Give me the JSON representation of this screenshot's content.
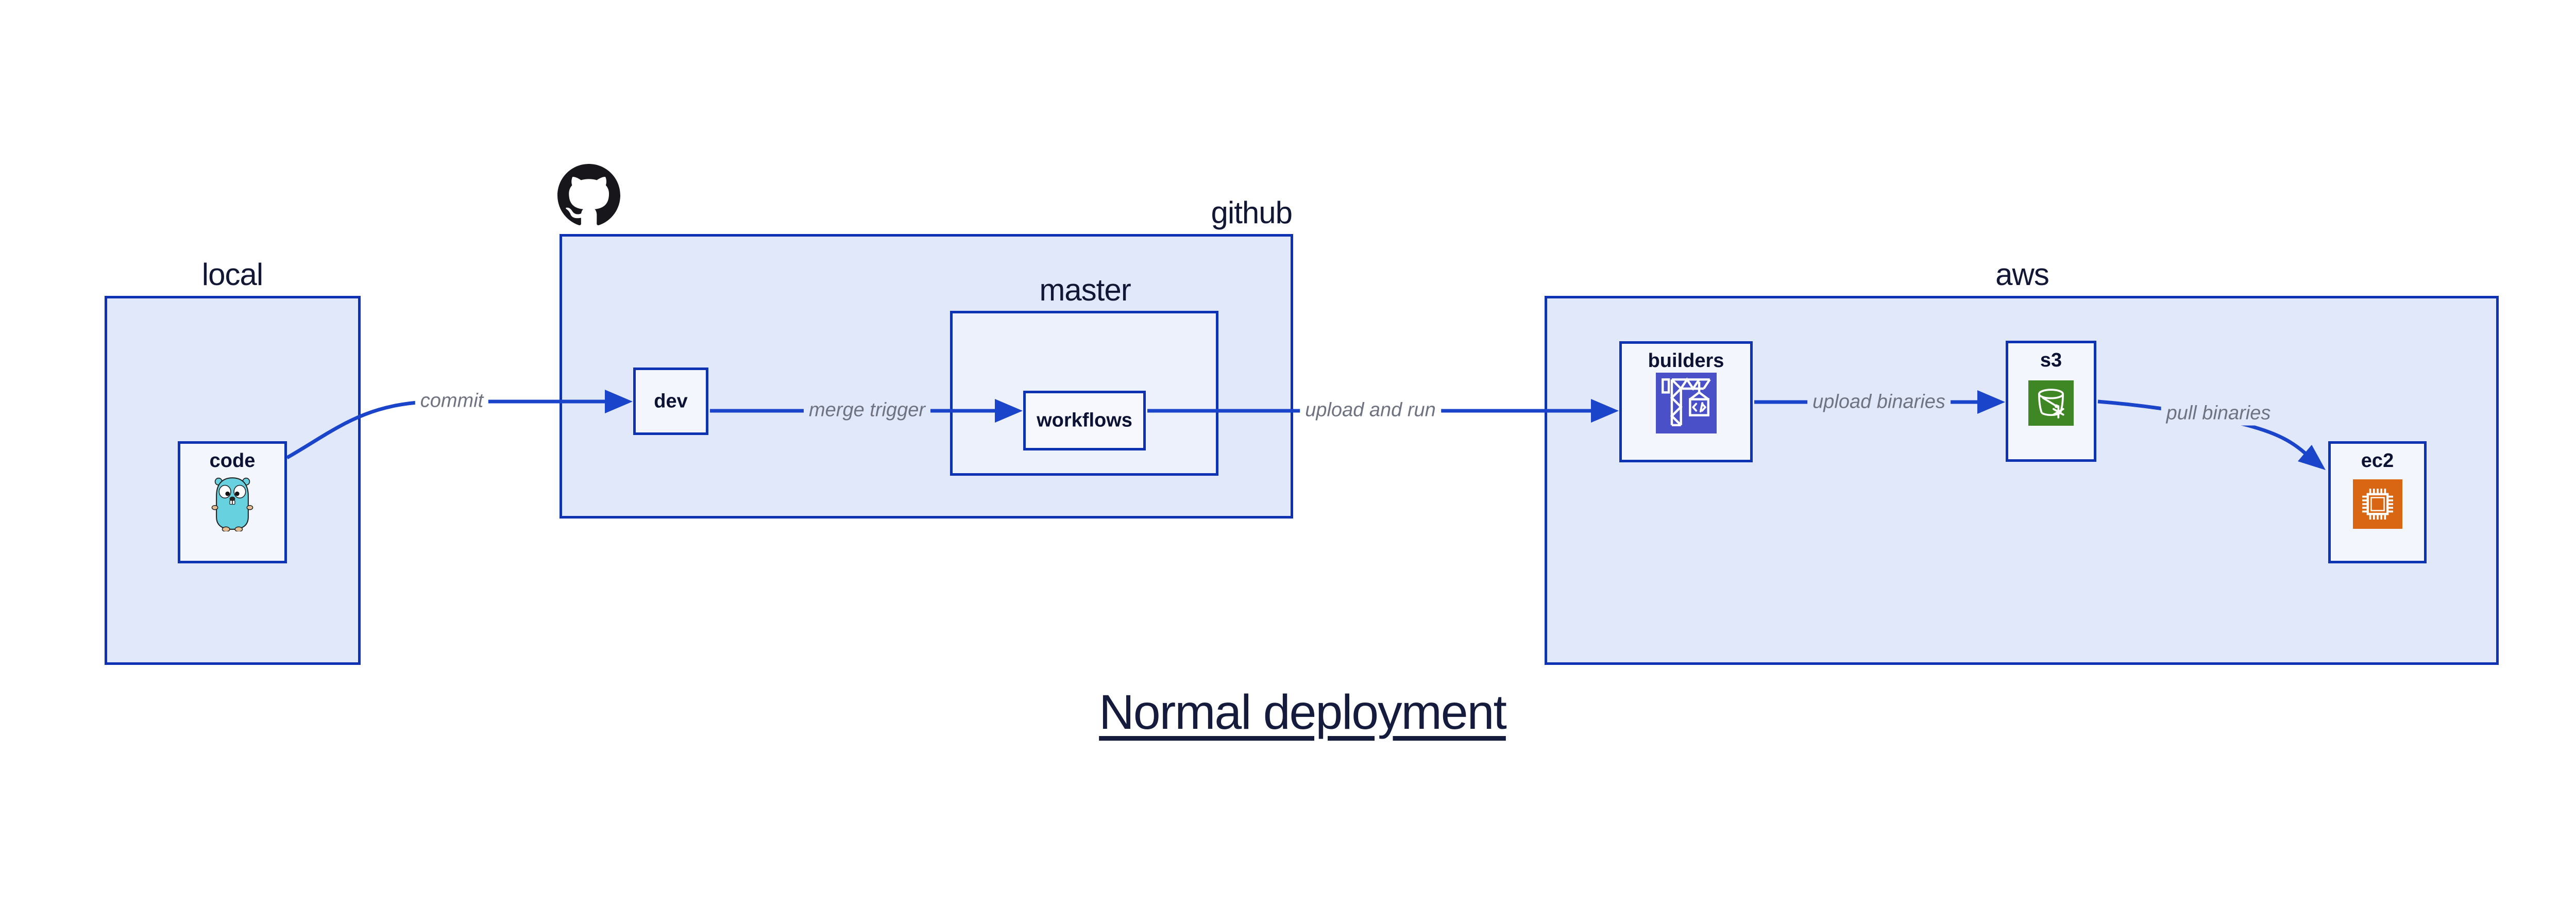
{
  "title": "Normal deployment",
  "containers": {
    "local": {
      "label": "local"
    },
    "github": {
      "label": "github"
    },
    "master": {
      "label": "master"
    },
    "aws": {
      "label": "aws"
    }
  },
  "nodes": {
    "code": {
      "label": "code",
      "icon": "go-gopher-icon"
    },
    "dev": {
      "label": "dev"
    },
    "workflows": {
      "label": "workflows"
    },
    "builders": {
      "label": "builders",
      "icon": "codebuild-crane-icon"
    },
    "s3": {
      "label": "s3",
      "icon": "s3-bucket-icon"
    },
    "ec2": {
      "label": "ec2",
      "icon": "ec2-chip-icon"
    }
  },
  "edges": {
    "commit": {
      "label": "commit",
      "from": "code",
      "to": "dev"
    },
    "merge_trigger": {
      "label": "merge trigger",
      "from": "dev",
      "to": "workflows"
    },
    "upload_and_run": {
      "label": "upload and run",
      "from": "workflows",
      "to": "builders"
    },
    "upload_binaries": {
      "label": "upload binaries",
      "from": "builders",
      "to": "s3"
    },
    "pull_binaries": {
      "label": "pull binaries",
      "from": "s3",
      "to": "ec2"
    }
  },
  "logo": {
    "name": "github-logo-icon"
  },
  "colors": {
    "border_blue": "#0D33B3",
    "arrow_blue": "#1A44CA",
    "container_fill": "#E1E8F9",
    "master_fill": "#EDF1FC",
    "node_fill": "#F3F6FD",
    "label_navy": "#0B1233",
    "edge_label_gray": "#6F7280",
    "codebuild_indigo": "#4A50C7",
    "s3_green": "#3F8624",
    "ec2_orange": "#D86613",
    "gopher_teal": "#67D1DF",
    "github_black": "#17161B"
  }
}
